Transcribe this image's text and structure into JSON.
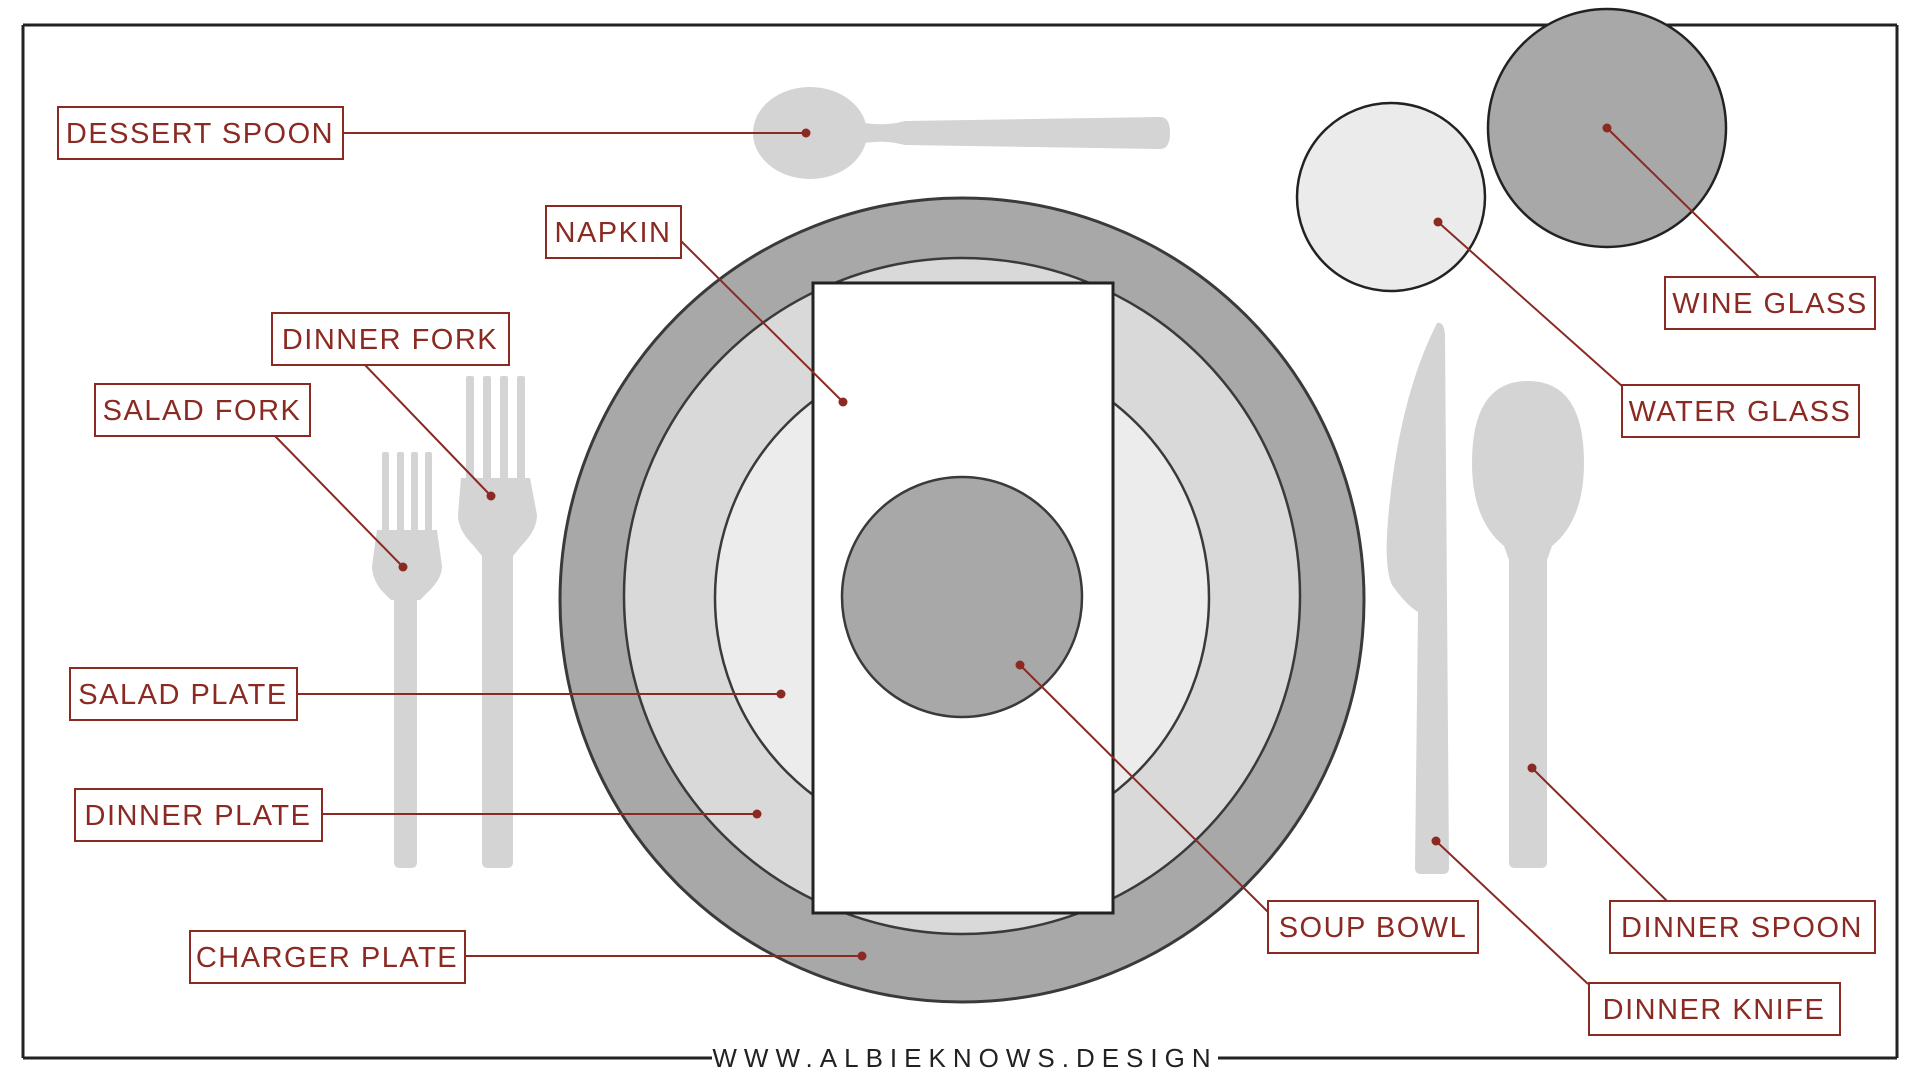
{
  "colors": {
    "accent": "#8a2a22",
    "utensil": "#d4d4d4",
    "charger": "#a8a8a8",
    "dinner_plate": "#d9d9d9",
    "salad_plate": "#ececec",
    "soup_bowl": "#a8a8a8",
    "wine_glass": "#a8a8a8",
    "water_glass": "#ebebeb",
    "napkin": "#ffffff"
  },
  "labels": {
    "dessert_spoon": "DESSERT SPOON",
    "napkin": "NAPKIN",
    "dinner_fork": "DINNER FORK",
    "salad_fork": "SALAD FORK",
    "salad_plate": "SALAD PLATE",
    "dinner_plate": "DINNER PLATE",
    "charger_plate": "CHARGER PLATE",
    "soup_bowl": "SOUP BOWL",
    "wine_glass": "WINE GLASS",
    "water_glass": "WATER GLASS",
    "dinner_spoon": "DINNER SPOON",
    "dinner_knife": "DINNER KNIFE"
  },
  "footer": {
    "website": "WWW.ALBIEKNOWS.DESIGN"
  }
}
